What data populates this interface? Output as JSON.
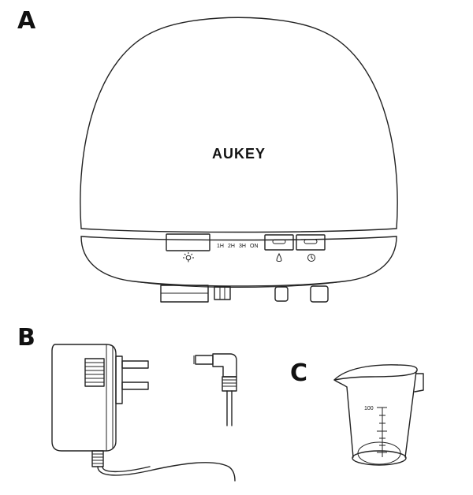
{
  "labels": {
    "a": "A",
    "b": "B",
    "c": "C"
  },
  "diffuser": {
    "brand": "AUKEY",
    "timer_labels": [
      "1H",
      "2H",
      "3H",
      "ON"
    ],
    "icons": {
      "light": "light-bulb-icon",
      "mist": "water-drop-icon",
      "timer": "clock-icon"
    }
  },
  "measuring_cup": {
    "scale_label": "100"
  }
}
